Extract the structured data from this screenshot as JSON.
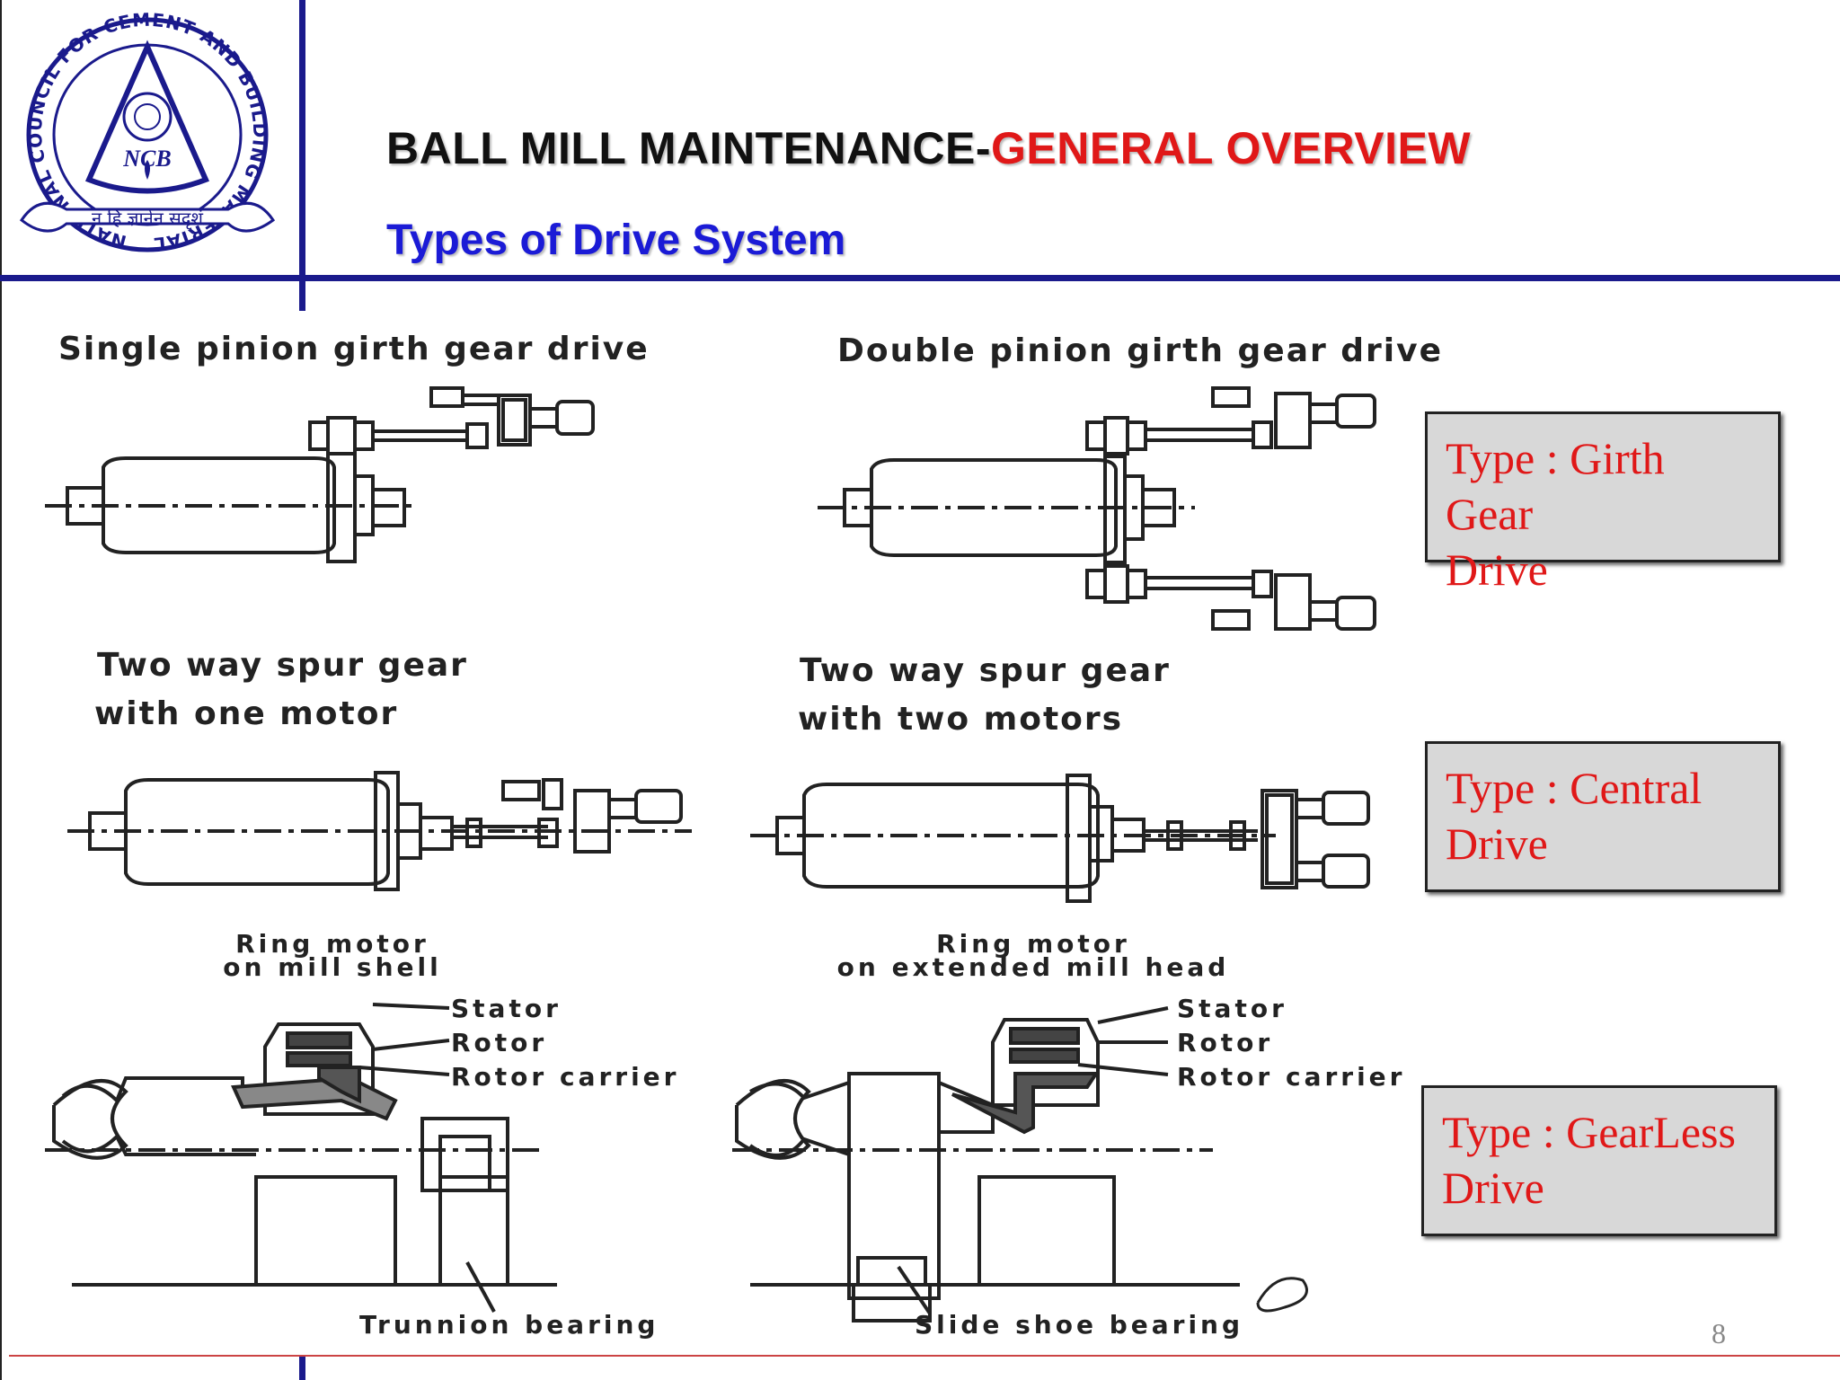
{
  "header": {
    "title_black": "BALL MILL MAINTENANCE-",
    "title_red": "GENERAL OVERVIEW",
    "subtitle": "Types of Drive System"
  },
  "logo": {
    "abbr": "NCB",
    "ring_text": "NATIONAL COUNCIL FOR CEMENT AND BUILDING MATERIALS",
    "motto": "न हि ज्ञानेन सदृशं"
  },
  "diagrams": {
    "single_pinion": "Single pinion girth gear drive",
    "double_pinion": "Double pinion girth gear drive",
    "two_way_one_motor_l1": "Two way spur gear",
    "two_way_one_motor_l2": "with one motor",
    "two_way_two_motors_l1": "Two way spur gear",
    "two_way_two_motors_l2": "with two motors",
    "ring_shell_l1": "Ring motor",
    "ring_shell_l2": "on mill shell",
    "ring_head_l1": "Ring motor",
    "ring_head_l2": "on extended mill head",
    "stator": "Stator",
    "rotor": "Rotor",
    "rotor_carrier": "Rotor carrier",
    "trunnion_bearing": "Trunnion bearing",
    "slide_shoe_bearing": "Slide shoe bearing"
  },
  "type_boxes": [
    {
      "line1": "Type : Girth Gear",
      "line2": "Drive"
    },
    {
      "line1": "Type : Central",
      "line2": "Drive"
    },
    {
      "line1": "Type : GearLess",
      "line2": "Drive"
    }
  ],
  "page_number": "8"
}
